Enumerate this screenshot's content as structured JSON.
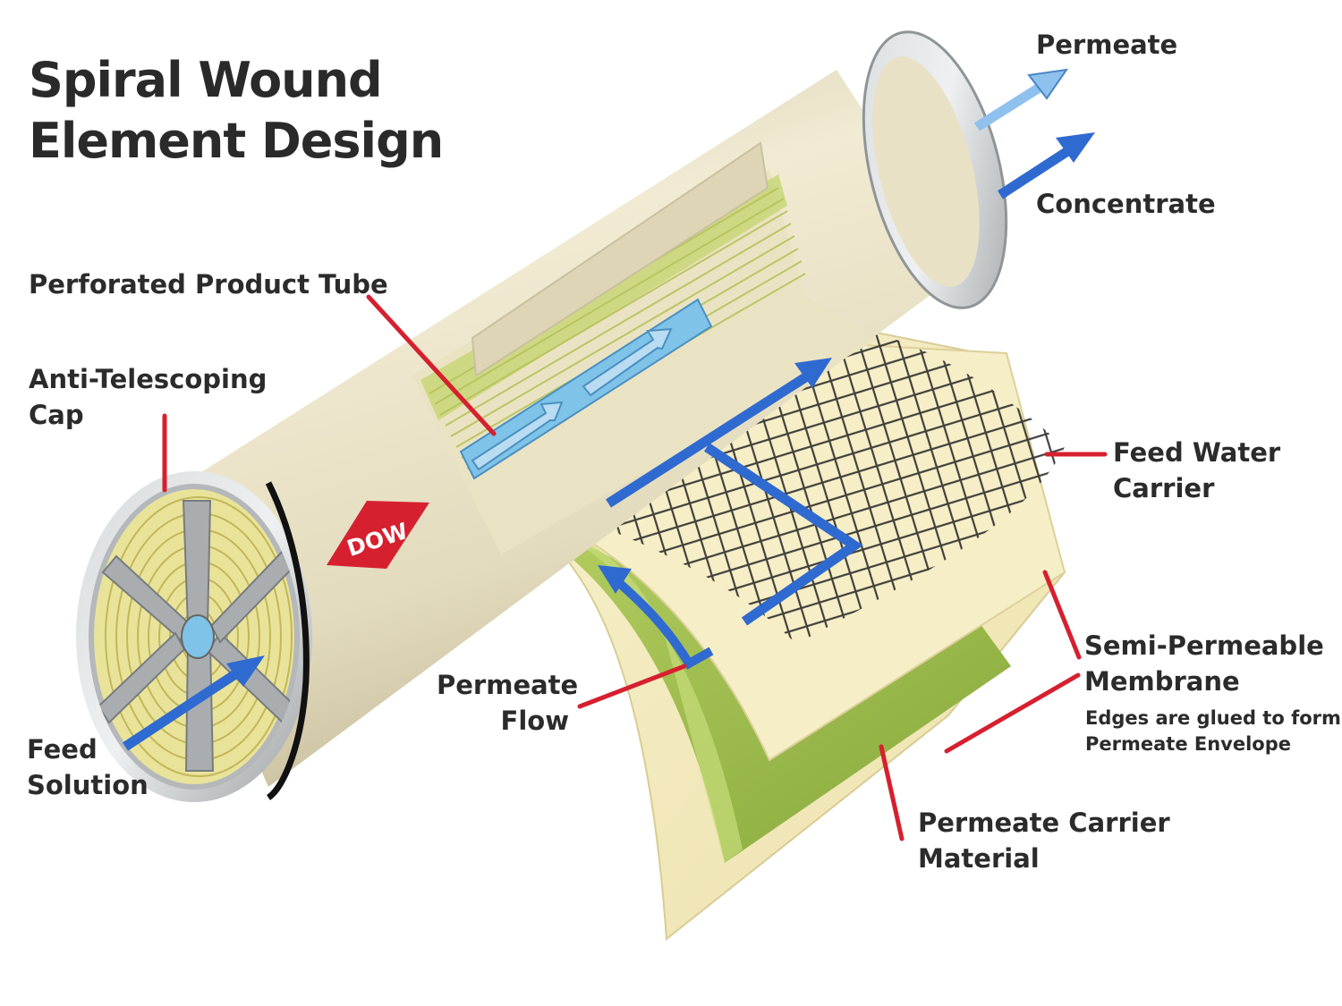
{
  "title": {
    "line1": "Spiral Wound",
    "line2": "Element Design"
  },
  "labels": {
    "permeate": "Permeate",
    "concentrate": "Concentrate",
    "perforated_product_tube": "Perforated Product Tube",
    "anti_telescoping_cap": {
      "line1": "Anti-Telescoping",
      "line2": "Cap"
    },
    "feed_water_carrier": {
      "line1": "Feed Water",
      "line2": "Carrier"
    },
    "semi_permeable_membrane": {
      "line1": "Semi-Permeable",
      "line2": "Membrane"
    },
    "membrane_note": {
      "line1": "Edges are glued to form",
      "line2": "Permeate Envelope"
    },
    "permeate_flow": {
      "line1": "Permeate",
      "line2": "Flow"
    },
    "feed_solution": {
      "line1": "Feed",
      "line2": "Solution"
    },
    "permeate_carrier_material": {
      "line1": "Permeate Carrier",
      "line2": "Material"
    }
  },
  "logo": {
    "text": "DOW"
  },
  "colors": {
    "housing": "#e8e1c6",
    "membrane": "#f4ecc0",
    "carrier_green": "#9cbc4a",
    "cap_gray": "#a7abad",
    "leader_red": "#d6202f",
    "arrow_blue": "#2f6ad0",
    "arrow_light_blue": "#8ec1ee",
    "logo_red": "#d6202f"
  }
}
